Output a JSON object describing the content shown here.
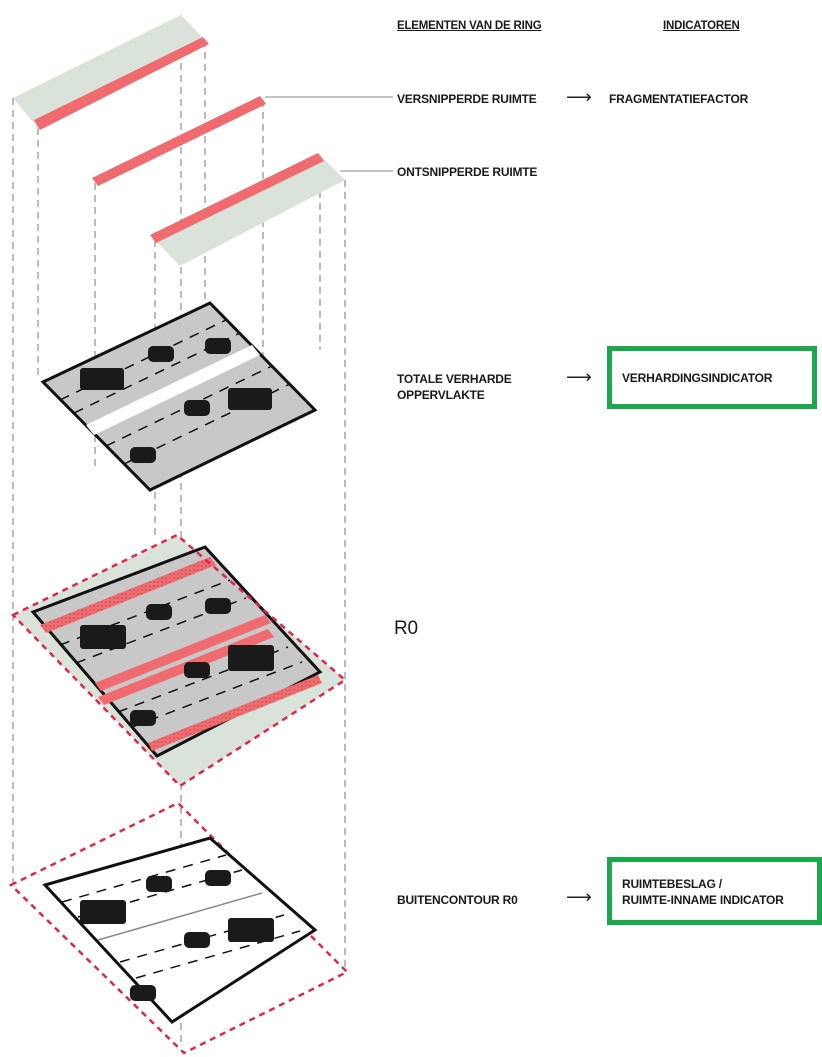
{
  "headers": {
    "elements": "ELEMENTEN VAN DE RING",
    "indicators": "INDICATOREN"
  },
  "rows": [
    {
      "element": "VERSNIPPERDE RUIMTE",
      "indicator": "FRAGMENTATIEFACTOR",
      "highlighted": false
    },
    {
      "element": "ONTSNIPPERDE RUIMTE",
      "indicator": "",
      "highlighted": false
    },
    {
      "element_lines": [
        "TOTALE VERHARDE",
        "OPPERVLAKTE"
      ],
      "indicator": "VERHARDINGSINDICATOR",
      "highlighted": true
    },
    {
      "element": "R0"
    },
    {
      "element": "BUITENCONTOUR R0",
      "indicator_lines": [
        "RUIMTEBESLAG /",
        "RUIMTE-INNAME INDICATOR"
      ],
      "highlighted": true
    }
  ],
  "arrow_glyph": "⟶",
  "colors": {
    "highlight_green": "#1aa84a",
    "fragment_red": "#ef6b6f",
    "open_space_green": "#d9e3da",
    "road_grey": "#c8c8c8",
    "contour_red": "#e0264b"
  }
}
